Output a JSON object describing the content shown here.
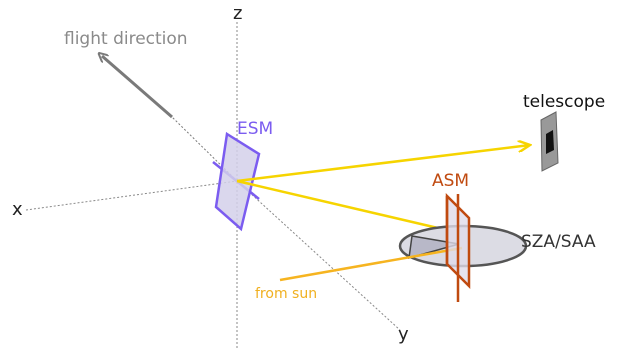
{
  "labels": {
    "axis_x": "x",
    "axis_y": "y",
    "axis_z": "z",
    "flight_direction": "flight direction",
    "esm": "ESM",
    "asm": "ASM",
    "telescope": "telescope",
    "sza_saa": "SZA/SAA",
    "from_sun": "from sun"
  },
  "colors": {
    "axes": "#888888",
    "flight_arrow": "#7a7a7a",
    "flight_text": "#8a8a8a",
    "esm": "#7b5cf0",
    "esm_fill": "#d4d0ea",
    "asm": "#c04a10",
    "beam": "#f6d400",
    "sun_beam": "#f6b420",
    "sun_text": "#f0b020",
    "disc_fill": "#dcdce4",
    "disc_stroke": "#555555",
    "telescope_body": "#999999",
    "telescope_window": "#111111",
    "text_dark": "#222222"
  },
  "icons": {
    "telescope": "telescope-icon"
  }
}
